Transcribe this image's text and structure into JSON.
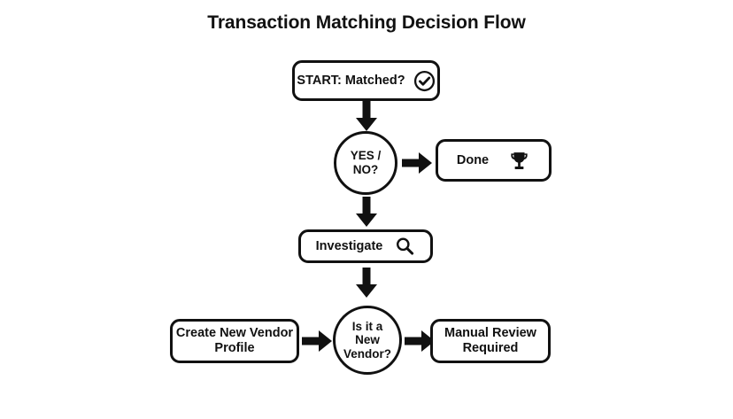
{
  "chart": {
    "type": "diagram",
    "diagram_type": "flowchart",
    "title": "Transaction Matching Decision Flow",
    "background_color": "#ffffff",
    "stroke_color": "#111111",
    "text_color": "#111111",
    "nodes": [
      {
        "id": "start",
        "label": "START: Matched?",
        "shape": "rounded-rect",
        "icon": "check-circle-icon"
      },
      {
        "id": "yesno",
        "label": "YES /\nNO?",
        "shape": "circle",
        "icon": null
      },
      {
        "id": "done",
        "label": "Done",
        "shape": "rounded-rect",
        "icon": "trophy-icon"
      },
      {
        "id": "investigate",
        "label": "Investigate",
        "shape": "rounded-rect",
        "icon": "magnifier-icon"
      },
      {
        "id": "newvendor",
        "label": "Is it a\nNew\nVendor?",
        "shape": "circle",
        "icon": null
      },
      {
        "id": "createvendor",
        "label": "Create New Vendor\nProfile",
        "shape": "rounded-rect",
        "icon": null
      },
      {
        "id": "manualreview",
        "label": "Manual Review\nRequired",
        "shape": "rounded-rect",
        "icon": null
      }
    ],
    "edges": [
      {
        "from": "start",
        "to": "yesno",
        "direction": "down",
        "label": ""
      },
      {
        "from": "yesno",
        "to": "done",
        "direction": "right",
        "label": ""
      },
      {
        "from": "yesno",
        "to": "investigate",
        "direction": "down",
        "label": ""
      },
      {
        "from": "investigate",
        "to": "newvendor",
        "direction": "down",
        "label": ""
      },
      {
        "from": "createvendor",
        "to": "newvendor",
        "direction": "right",
        "label": ""
      },
      {
        "from": "newvendor",
        "to": "manualreview",
        "direction": "right",
        "label": ""
      }
    ]
  }
}
